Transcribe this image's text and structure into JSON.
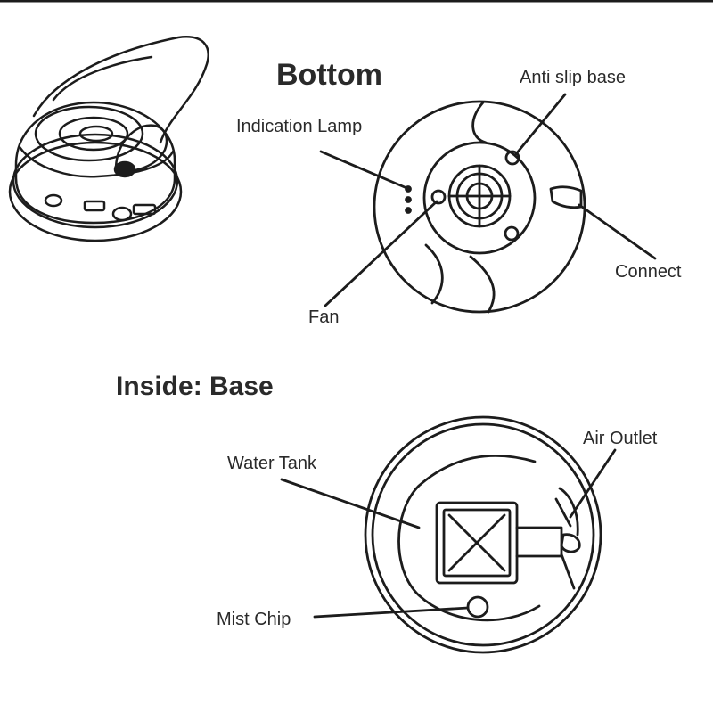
{
  "headings": {
    "bottom": "Bottom",
    "inside_base": "Inside: Base"
  },
  "bottom_labels": {
    "anti_slip_base": "Anti slip base",
    "indication_lamp": "Indication Lamp",
    "connect": "Connect",
    "fan": "Fan"
  },
  "base_labels": {
    "water_tank": "Water Tank",
    "air_outlet": "Air Outlet",
    "mist_chip": "Mist Chip"
  },
  "colors": {
    "ink": "#1c1c1c",
    "text": "#2a2a2a",
    "background": "#ffffff"
  }
}
